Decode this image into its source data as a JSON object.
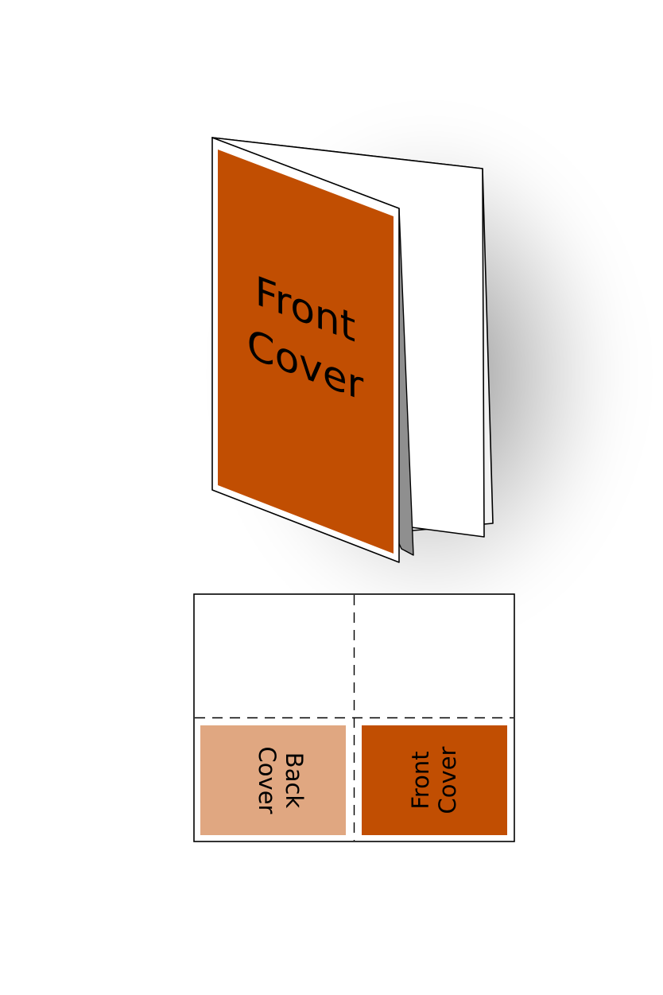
{
  "colors": {
    "front_cover": "#c14e02",
    "back_cover": "#e0a781",
    "page": "#ffffff",
    "page_edge": "#8a8a8a",
    "stroke": "#000000"
  },
  "booklet": {
    "front_cover_line1": "Front",
    "front_cover_line2": "Cover"
  },
  "flat_layout": {
    "back_cover_line1": "Back",
    "back_cover_line2": "Cover",
    "front_cover_line1": "Front",
    "front_cover_line2": "Cover"
  }
}
